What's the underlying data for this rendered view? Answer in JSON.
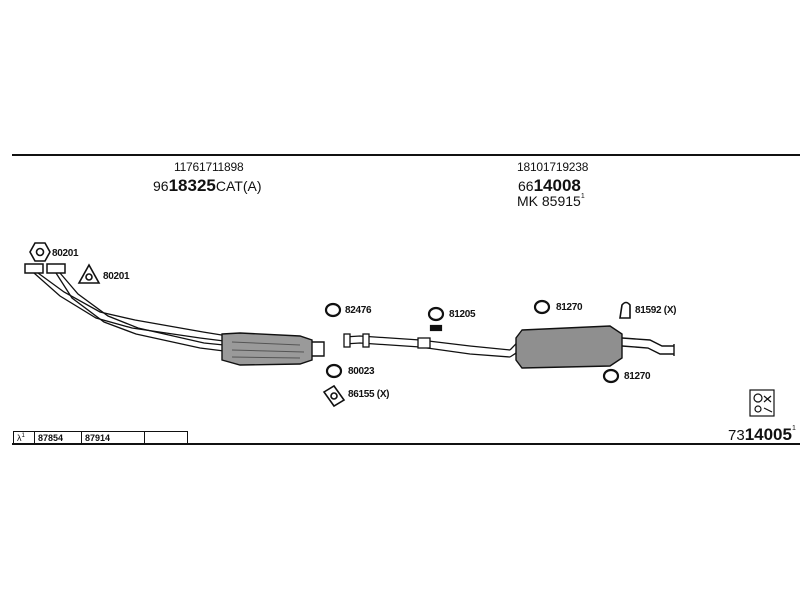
{
  "header": {
    "left": {
      "oem_number": "11761711898",
      "prefix": "96",
      "part": "18325",
      "suffix": "CAT(A)"
    },
    "right": {
      "oem_number": "18101719238",
      "prefix": "66",
      "part": "14008",
      "mk_prefix": "MK",
      "mk_number": "85915",
      "mk_sup": "1"
    }
  },
  "callouts": [
    {
      "id": "gasket-1",
      "label": "80201"
    },
    {
      "id": "gasket-2",
      "label": "80201"
    },
    {
      "id": "ring-1",
      "label": "82476"
    },
    {
      "id": "clamp",
      "label": "81205"
    },
    {
      "id": "ring-2",
      "label": "81270"
    },
    {
      "id": "hanger",
      "label": "81592 (X)"
    },
    {
      "id": "ring-3",
      "label": "80023"
    },
    {
      "id": "bolt",
      "label": "86155 (X)"
    },
    {
      "id": "ring-4",
      "label": "81270"
    }
  ],
  "code_table": {
    "symbol": "λ",
    "sup": "1",
    "cells": [
      "87854",
      "87914",
      ""
    ]
  },
  "footer": {
    "prefix": "73",
    "part": "14005",
    "sup": "1",
    "icon": "fitting-kit-icon"
  }
}
